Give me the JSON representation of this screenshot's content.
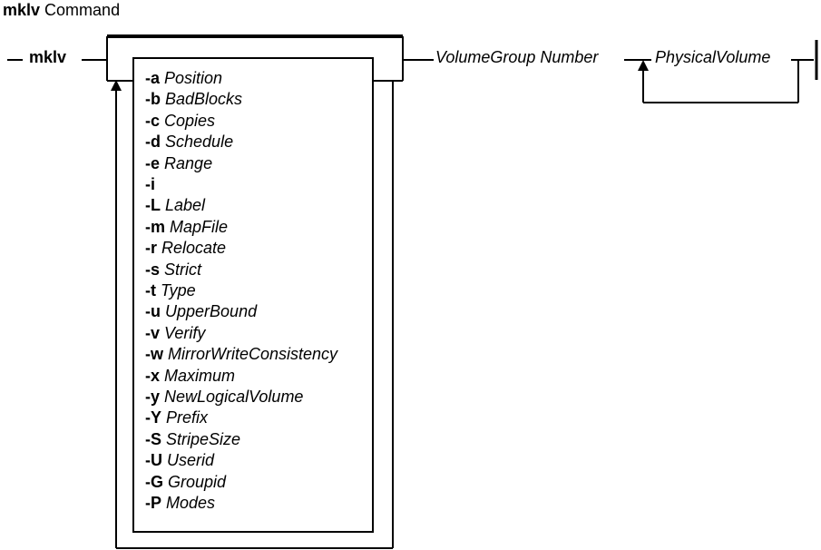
{
  "title": {
    "command": "mklv",
    "suffix": "Command"
  },
  "syntax": {
    "command": "mklv",
    "arguments": "VolumeGroup Number",
    "repeat_item": "PhysicalVolume",
    "flags": [
      {
        "flag": "-a",
        "param": "Position"
      },
      {
        "flag": "-b",
        "param": "BadBlocks"
      },
      {
        "flag": "-c",
        "param": "Copies"
      },
      {
        "flag": "-d",
        "param": "Schedule"
      },
      {
        "flag": "-e",
        "param": "Range"
      },
      {
        "flag": "-i",
        "param": ""
      },
      {
        "flag": "-L",
        "param": "Label"
      },
      {
        "flag": "-m",
        "param": "MapFile"
      },
      {
        "flag": "-r",
        "param": "Relocate"
      },
      {
        "flag": "-s",
        "param": "Strict"
      },
      {
        "flag": "-t",
        "param": "Type"
      },
      {
        "flag": "-u",
        "param": "UpperBound"
      },
      {
        "flag": "-v",
        "param": "Verify"
      },
      {
        "flag": "-w",
        "param": "MirrorWriteConsistency"
      },
      {
        "flag": "-x",
        "param": "Maximum"
      },
      {
        "flag": "-y",
        "param": "NewLogicalVolume"
      },
      {
        "flag": "-Y",
        "param": "Prefix"
      },
      {
        "flag": "-S",
        "param": "StripeSize"
      },
      {
        "flag": "-U",
        "param": "Userid"
      },
      {
        "flag": "-G",
        "param": "Groupid"
      },
      {
        "flag": "-P",
        "param": "Modes"
      }
    ]
  }
}
